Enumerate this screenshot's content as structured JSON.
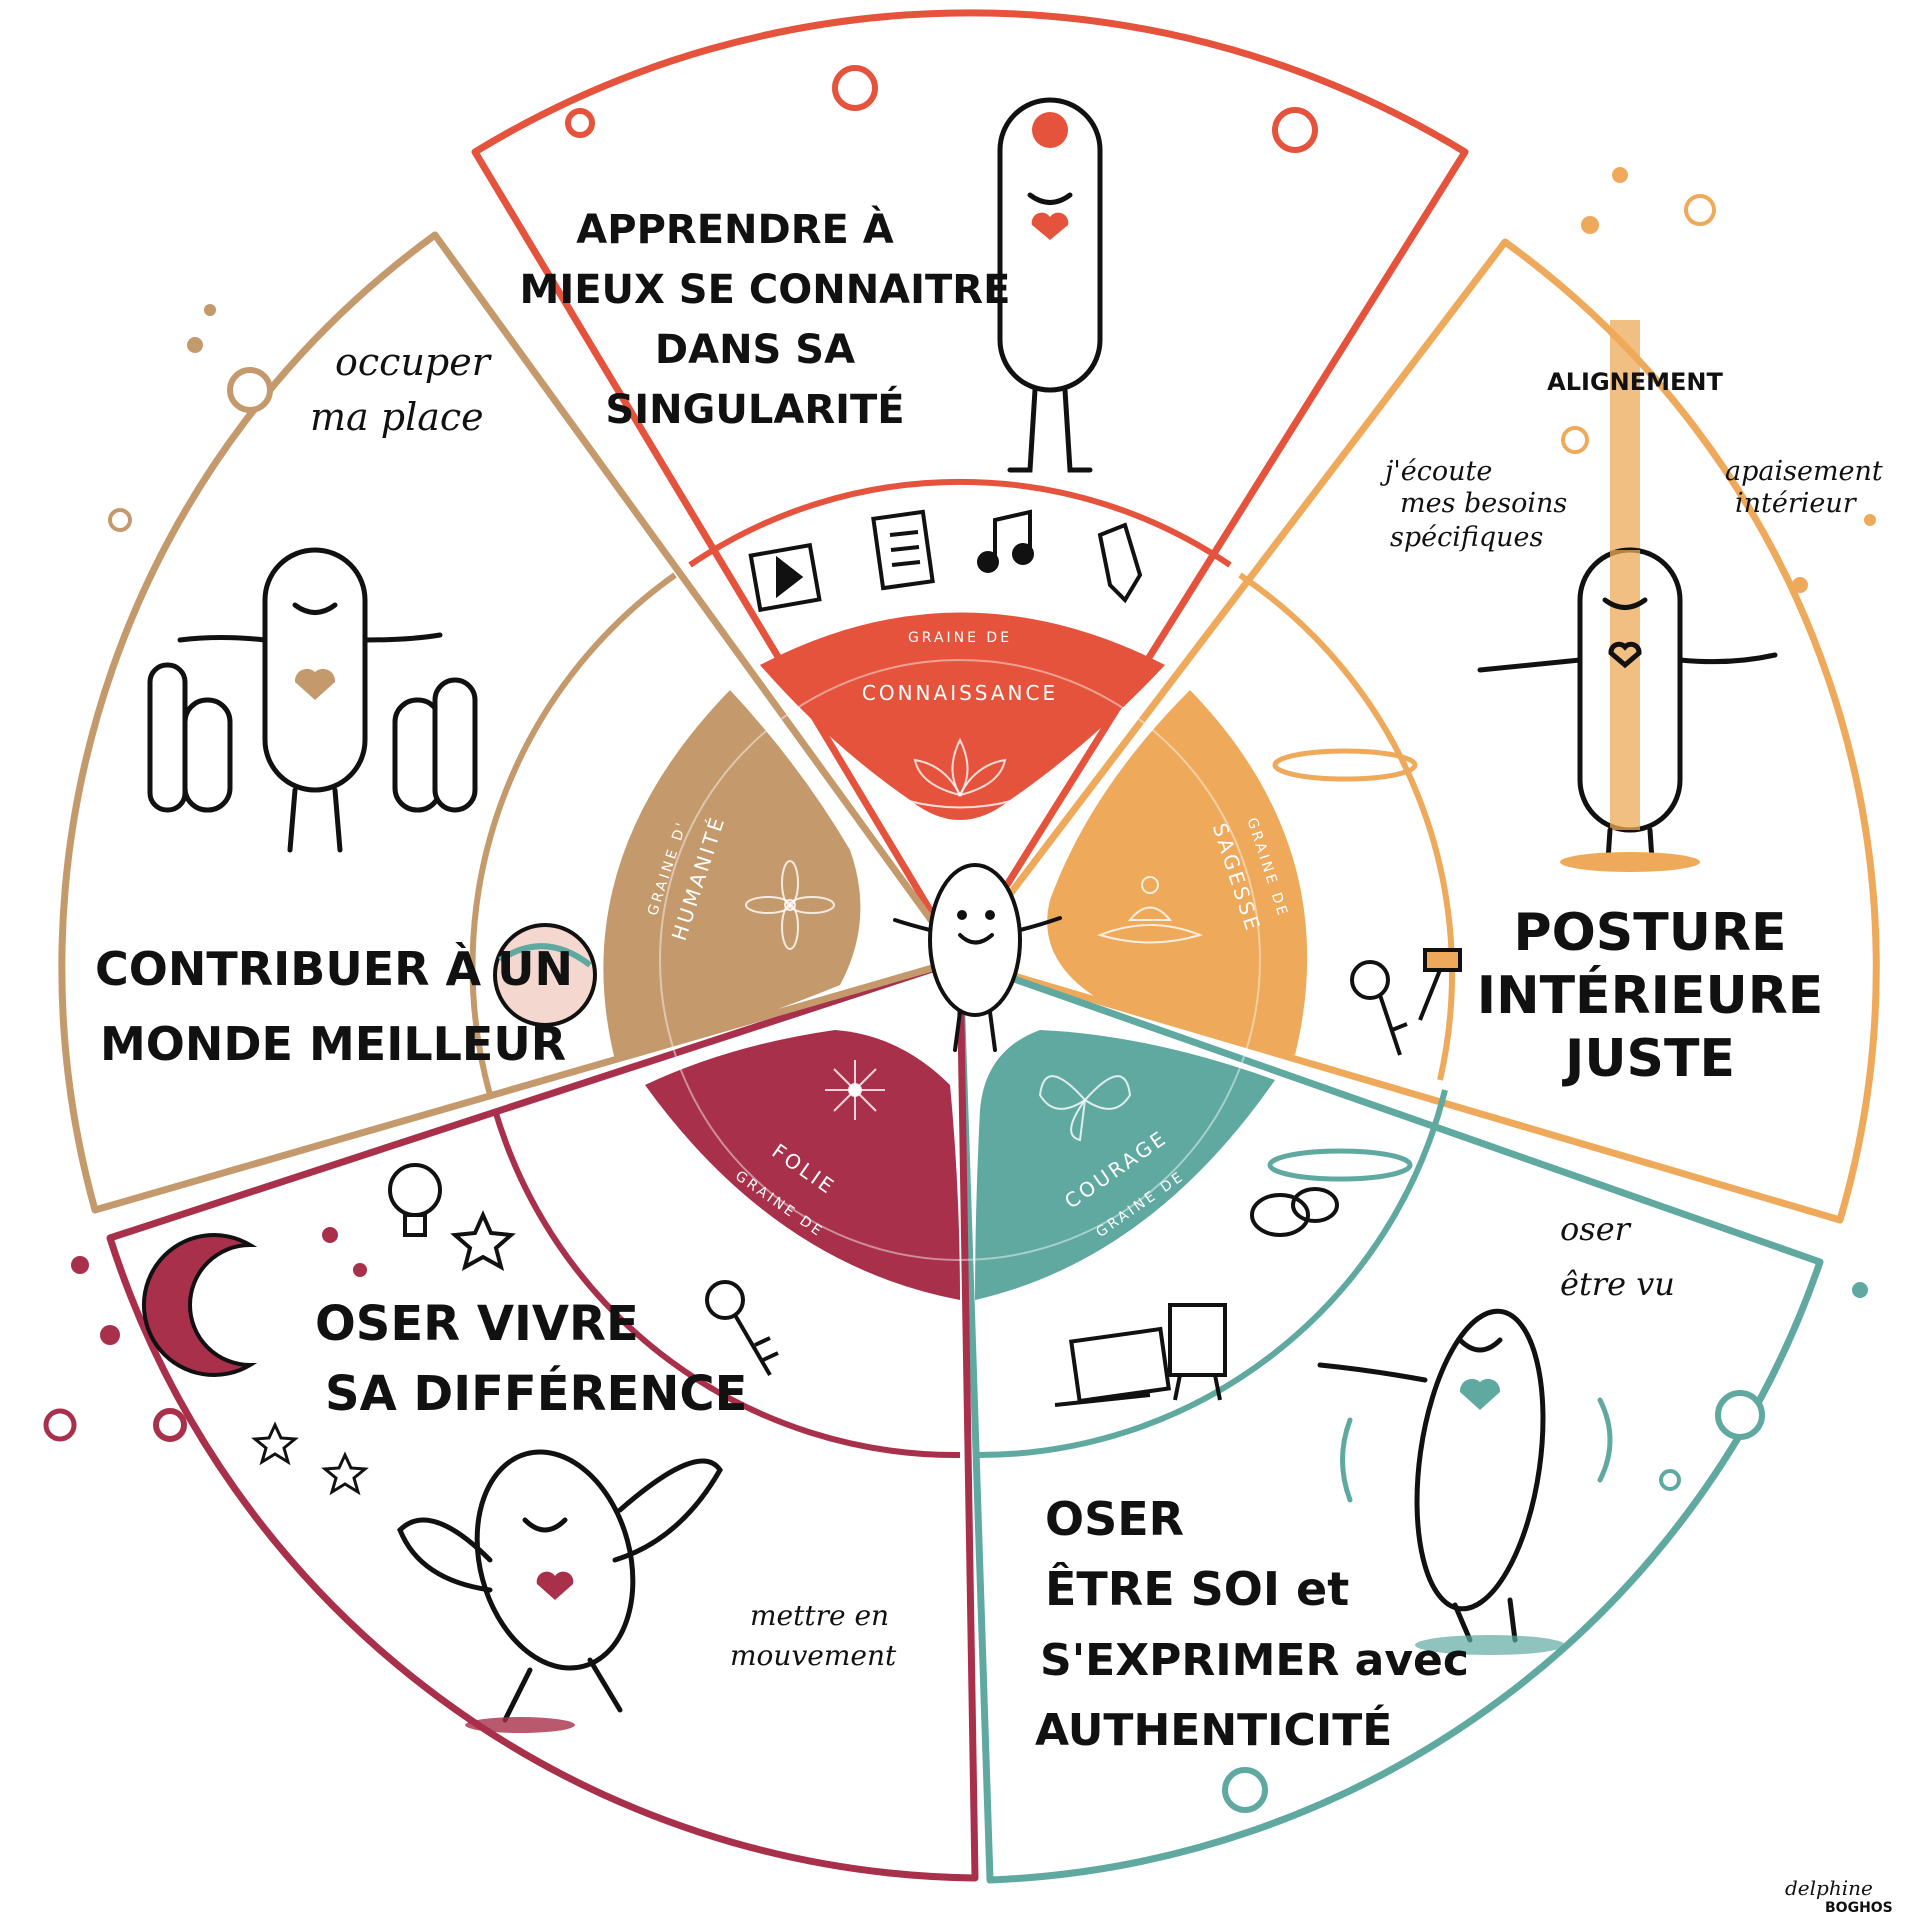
{
  "colors": {
    "connaissance": "#e5533d",
    "sagesse": "#eea95a",
    "courage": "#5fa9a1",
    "folie": "#a8304a",
    "humanite": "#c49a6c"
  },
  "segments": {
    "connaissance": {
      "title": [
        "APPRENDRE À",
        "MIEUX SE CONNAITRE",
        "DANS SA",
        "SINGULARITÉ"
      ],
      "seed_small": "GRAINE DE",
      "seed_big": "CONNAISSANCE",
      "icons": [
        "video-play-icon",
        "document-icon",
        "music-note-icon",
        "marker-pen-icon"
      ]
    },
    "sagesse": {
      "title": [
        "POSTURE",
        "INTÉRIEURE",
        "JUSTE"
      ],
      "label_alignement": "ALIGNEMENT",
      "note_left": [
        "j'écoute",
        "mes besoins",
        "spécifiques"
      ],
      "note_right": [
        "apaisement",
        "intérieur"
      ],
      "seed_small": "GRAINE DE",
      "seed_big": "SAGESSE"
    },
    "courage": {
      "title": [
        "OSER",
        "ÊTRE SOI et",
        "S'EXPRIMER avec",
        "AUTHENTICITÉ"
      ],
      "note": [
        "oser",
        "être vu"
      ],
      "seed_small": "GRAINE DE",
      "seed_big": "COURAGE"
    },
    "folie": {
      "title": [
        "OSER VIVRE",
        "SA DIFFÉRENCE"
      ],
      "note": [
        "mettre en",
        "mouvement"
      ],
      "seed_small": "GRAINE DE",
      "seed_big": "FOLIE"
    },
    "humanite": {
      "title": [
        "CONTRIBUER À UN",
        "MONDE MEILLEUR"
      ],
      "note": [
        "occuper",
        "ma place"
      ],
      "seed_small": "GRAINE D'",
      "seed_big": "HUMANITÉ"
    }
  },
  "signature": [
    "delphine",
    "BOGHOS"
  ]
}
